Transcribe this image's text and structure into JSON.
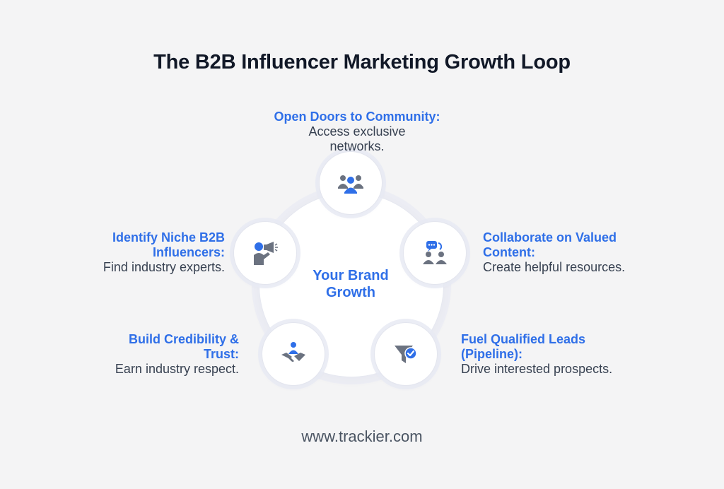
{
  "title": "The B2B Influencer Marketing Growth Loop",
  "center": {
    "line1": "Your Brand",
    "line2": "Growth"
  },
  "steps": [
    {
      "heading": "Open Doors to Community:",
      "description": "Access exclusive\nnetworks.",
      "icon": "community-people-icon"
    },
    {
      "heading": "Collaborate on Valued\nContent:",
      "description": "Create helpful resources.",
      "icon": "collaboration-chat-icon"
    },
    {
      "heading": "Fuel Qualified Leads\n(Pipeline):",
      "description": "Drive interested prospects.",
      "icon": "funnel-check-icon"
    },
    {
      "heading": "Build Credibility &\nTrust:",
      "description": "Earn industry respect.",
      "icon": "handshake-icon"
    },
    {
      "heading": "Identify Niche B2B\nInfluencers:",
      "description": "Find industry experts.",
      "icon": "influencer-megaphone-icon"
    }
  ],
  "footer": "www.trackier.com",
  "colors": {
    "accent": "#2f6fe8",
    "icon_gray": "#6b7280",
    "title": "#111827",
    "background": "#f4f4f5"
  }
}
